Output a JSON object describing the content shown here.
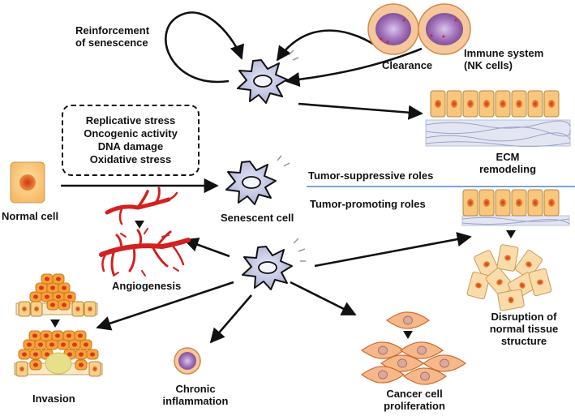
{
  "labels": {
    "reinforcement": "Reinforcement\nof senescence",
    "clearance": "Clearance",
    "immune_system": "Immune system\n(NK cells)",
    "ecm": "ECM\nremodeling",
    "tumor_suppressive": "Tumor-suppressive roles",
    "tumor_promoting": "Tumor-promoting roles",
    "normal_cell": "Normal cell",
    "senescent_cell": "Senescent cell",
    "angiogenesis": "Angiogenesis",
    "invasion": "Invasion",
    "chronic_inflammation": "Chronic\ninflammation",
    "cancer_proliferation": "Cancer cell\nproliferation",
    "disruption": "Disruption of\nnormal tissue\nstructure"
  },
  "stressors": [
    "Replicative stress",
    "Oncogenic activity",
    "DNA damage",
    "Oxidative stress"
  ],
  "colors": {
    "senescent_cell_fill": "#c9cce6",
    "divider_line": "#4a86c8",
    "vessel_red": "#d42020",
    "epithelial_fill": "#f7c77e",
    "nucleus_red": "#e0442a",
    "immune_cell_fill": "#f5c79a",
    "immune_nucleus": "#9b5aa8"
  }
}
